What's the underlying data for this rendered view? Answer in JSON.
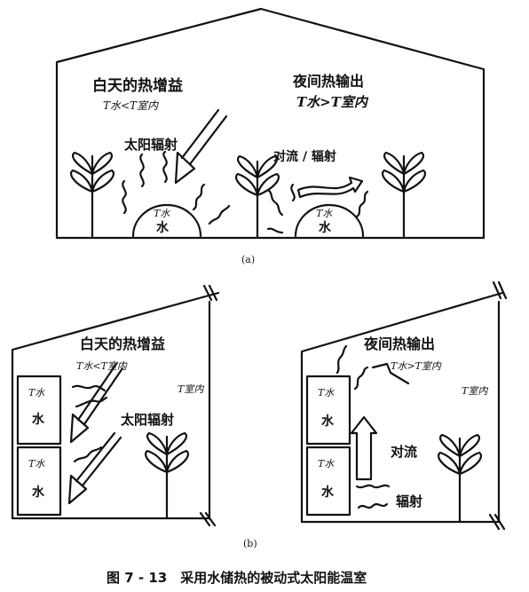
{
  "panel_a": {
    "left_heading": "白天的热增益",
    "left_temp": "T水<T室内",
    "right_heading": "夜间热输出",
    "right_temp": "T水>T室内",
    "solar_label": "太阳辐射",
    "convection_label": "对流 / 辐射",
    "tank_temp": "T水",
    "tank_water": "水",
    "sublabel": "(a)"
  },
  "panel_b_left": {
    "heading": "白天的热增益",
    "temp_relation": "T水<T室内",
    "room_temp": "T室内",
    "solar_label": "太阳辐射",
    "tank_temp": "T水",
    "tank_water": "水"
  },
  "panel_b_right": {
    "heading": "夜间热输出",
    "temp_relation": "T水>T室内",
    "room_temp": "T室内",
    "convection_label": "对流",
    "radiation_label": "辐射",
    "tank_temp": "T水",
    "tank_water": "水"
  },
  "panel_b_sublabel": "(b)",
  "caption": "图 7 - 13　采用水储热的被动式太阳能温室"
}
